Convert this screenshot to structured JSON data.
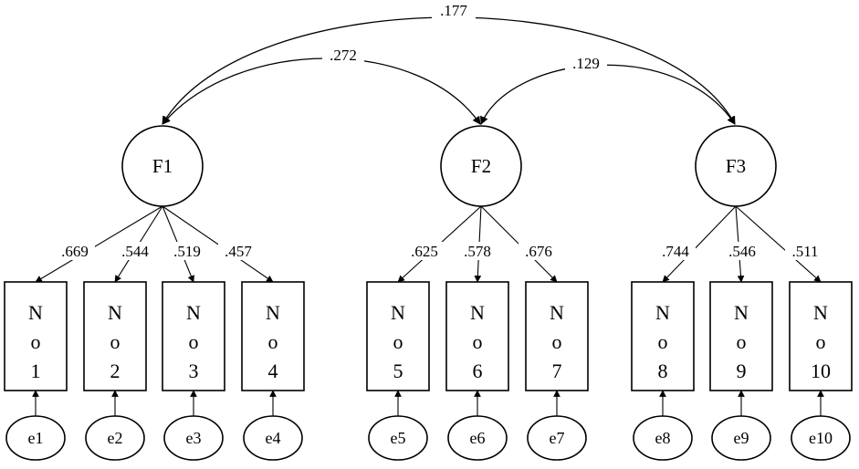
{
  "factors": [
    {
      "id": "F1",
      "label": "F1"
    },
    {
      "id": "F2",
      "label": "F2"
    },
    {
      "id": "F3",
      "label": "F3"
    }
  ],
  "correlations": [
    {
      "from": "F1",
      "to": "F3",
      "value": ".177"
    },
    {
      "from": "F1",
      "to": "F2",
      "value": ".272"
    },
    {
      "from": "F3",
      "to": "F2",
      "value": ".129"
    }
  ],
  "indicators": [
    {
      "factor": "F1",
      "lines": [
        "N",
        "o",
        "1"
      ],
      "loading": ".669",
      "error": "e1"
    },
    {
      "factor": "F1",
      "lines": [
        "N",
        "o",
        "2"
      ],
      "loading": ".544",
      "error": "e2"
    },
    {
      "factor": "F1",
      "lines": [
        "N",
        "o",
        "3"
      ],
      "loading": ".519",
      "error": "e3"
    },
    {
      "factor": "F1",
      "lines": [
        "N",
        "o",
        "4"
      ],
      "loading": ".457",
      "error": "e4"
    },
    {
      "factor": "F2",
      "lines": [
        "N",
        "o",
        "5"
      ],
      "loading": ".625",
      "error": "e5"
    },
    {
      "factor": "F2",
      "lines": [
        "N",
        "o",
        "6"
      ],
      "loading": ".578",
      "error": "e6"
    },
    {
      "factor": "F2",
      "lines": [
        "N",
        "o",
        "7"
      ],
      "loading": ".676",
      "error": "e7"
    },
    {
      "factor": "F3",
      "lines": [
        "N",
        "o",
        "8"
      ],
      "loading": ".744",
      "error": "e8"
    },
    {
      "factor": "F3",
      "lines": [
        "N",
        "o",
        "9"
      ],
      "loading": ".546",
      "error": "e9"
    },
    {
      "factor": "F3",
      "lines": [
        "N",
        "o",
        "10"
      ],
      "loading": ".511",
      "error": "e10"
    }
  ]
}
